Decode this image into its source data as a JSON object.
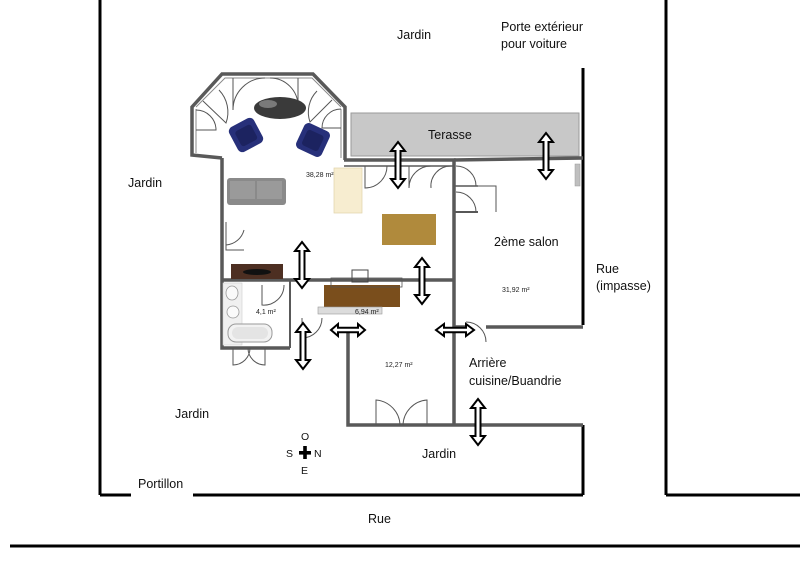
{
  "labels": {
    "jardin_top": "Jardin",
    "porte_line1": "Porte extérieur",
    "porte_line2": "pour voiture",
    "jardin_left": "Jardin",
    "terasse": "Terasse",
    "second_salon": "2ème salon",
    "rue_right_line1": "Rue",
    "rue_right_line2": "(impasse)",
    "arriere_line1": "Arrière",
    "arriere_line2": "cuisine/Buandrie",
    "jardin_bottom_left": "Jardin",
    "jardin_bottom": "Jardin",
    "portillon": "Portillon",
    "rue_bottom": "Rue"
  },
  "areas": {
    "salon": "38,28 m²",
    "second_salon": "31,92 m²",
    "bathroom": "4,1 m²",
    "kitchen": "6,94 m²",
    "room_bottom": "12,27 m²"
  },
  "compass": {
    "north": "N",
    "south": "S",
    "east": "E",
    "west": "O"
  },
  "colors": {
    "wall": "#595959",
    "terrace": "#c8c8c8",
    "sofa": "#8a8a8a",
    "armchair": "#27307a",
    "table": "#b08a3c",
    "counter": "#7a4e1c",
    "cabinet": "#4d2f22",
    "rug": "#f7edd0"
  }
}
